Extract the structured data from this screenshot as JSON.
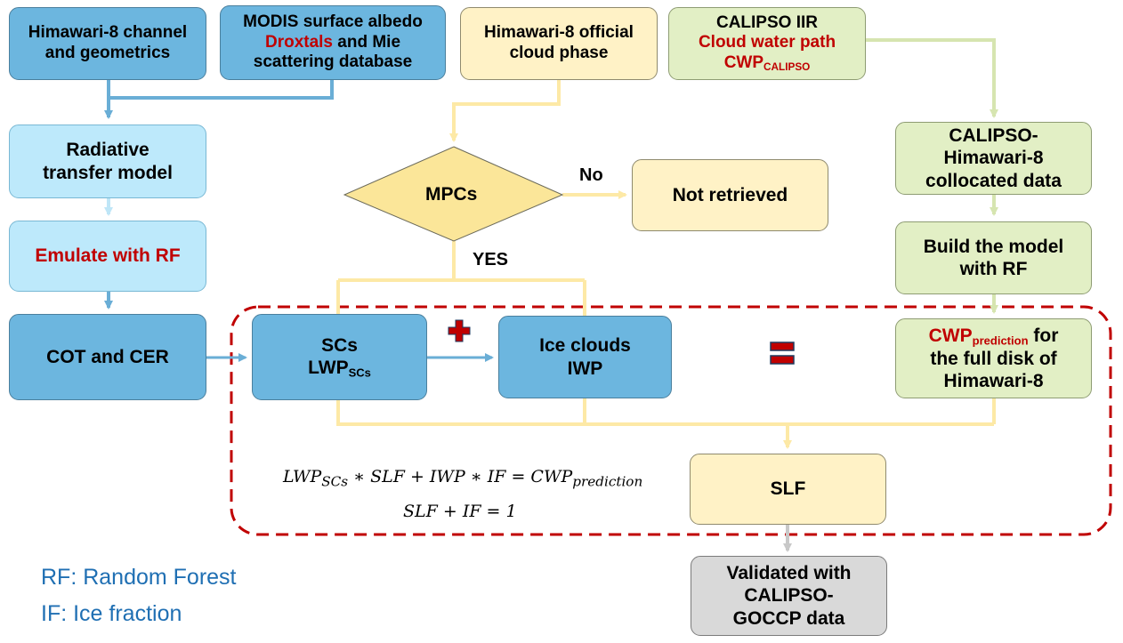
{
  "nodes": {
    "himawari_channel": {
      "line1": "Himawari-8 channel",
      "line2": "and geometrics"
    },
    "modis": {
      "line1": "MODIS surface albedo",
      "red_word": "Droxtals",
      "line2_rest": " and Mie",
      "line3": "scattering database"
    },
    "official_phase": {
      "line1": "Himawari-8 official",
      "line2": "cloud phase"
    },
    "calipso_iir": {
      "line1": "CALIPSO IIR",
      "line2": "Cloud water path",
      "line3_main": "CWP",
      "line3_sub": "CALIPSO"
    },
    "rtm": {
      "line1": "Radiative",
      "line2": "transfer model"
    },
    "emulate": {
      "text": "Emulate with RF"
    },
    "cot_cer": {
      "text": "COT and CER"
    },
    "mpcs": {
      "text": "MPCs"
    },
    "not_retrieved": {
      "text": "Not retrieved"
    },
    "collocated": {
      "line1": "CALIPSO-",
      "line2": "Himawari-8",
      "line3": "collocated data"
    },
    "build_model": {
      "line1": "Build the model",
      "line2": "with RF"
    },
    "scs": {
      "line1": "SCs",
      "line2_main": "LWP",
      "line2_sub": "SCs"
    },
    "ice": {
      "line1": "Ice clouds",
      "line2": "IWP"
    },
    "cwp_pred": {
      "main": "CWP",
      "sub": "prediction",
      "rest1": " for",
      "line2": "the full disk of",
      "line3": "Himawari-8"
    },
    "slf": {
      "text": "SLF"
    },
    "validated": {
      "line1": "Validated with",
      "line2": "CALIPSO-",
      "line3": "GOCCP data"
    }
  },
  "labels": {
    "no": "No",
    "yes": "YES"
  },
  "equations": {
    "eq1": {
      "a": "LWP",
      "a_sub": "SCs",
      "b": " ∗ SLF + IWP ∗ IF = CWP",
      "b_sub": "prediction"
    },
    "eq2": "SLF + IF = 1"
  },
  "notes": {
    "rf": "RF: Random Forest",
    "if": "IF: Ice fraction"
  },
  "colors": {
    "blue_dark": "#6cb6df",
    "blue_light": "#bde9fb",
    "yellow": "#fff2c6",
    "green": "#e2efc5",
    "gray": "#d9d9d9",
    "red": "#c00000",
    "arrow_blue": "#6aaed6",
    "arrow_yellow": "#fde9a6",
    "arrow_green": "#d6e5b0",
    "note_blue": "#1f6fb3",
    "dashed_red": "#c00000"
  },
  "icons": {
    "plus": "plus-icon",
    "equals": "equals-icon"
  }
}
